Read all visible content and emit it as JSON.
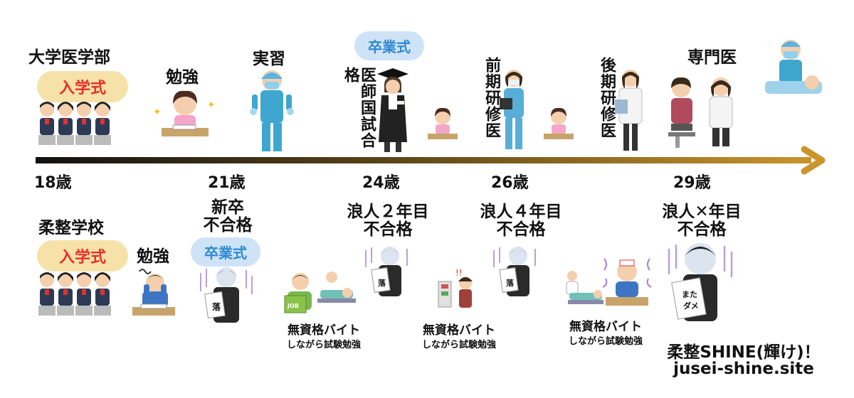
{
  "timeline": {
    "ages": [
      "18歳",
      "21歳",
      "24歳",
      "26歳",
      "29歳"
    ],
    "colors": {
      "line_start": "#111111",
      "line_end": "#c9952c",
      "gold_pill": "#f6e2a9",
      "red_text": "#e8302a",
      "blue_pill": "#cfe3f7",
      "blue_text": "#2e8ad1"
    }
  },
  "medical": {
    "start_label": "大学医学部",
    "entrance_badge": "入学式",
    "study": "勉強",
    "practice": "実習",
    "graduation_badge": "卒業式",
    "exam_pass": "医師国試合格",
    "early_resident": "前期研修医",
    "late_resident": "後期研修医",
    "specialist": "専門医"
  },
  "judo": {
    "start_label": "柔整学校",
    "entrance_badge": "入学式",
    "study": "勉強",
    "fail_new_grad_line1": "新卒",
    "fail_new_grad_line2": "不合格",
    "graduation_badge": "卒業式",
    "fail_year2_line1": "浪人２年目",
    "fail_year2_line2": "不合格",
    "fail_year4_line1": "浪人４年目",
    "fail_year4_line2": "不合格",
    "fail_yearx_line1": "浪人✕年目",
    "fail_yearx_line2": "不合格",
    "job1_title": "無資格バイト",
    "job1_sub": "しながら試験勉強",
    "job2_title": "無資格バイト",
    "job2_sub": "しながら試験勉強",
    "job3_title": "無資格バイト",
    "job3_sub": "しながら試験勉強",
    "fail_stamp": "落",
    "paper_text_1": "また",
    "paper_text_2": "ダメ",
    "book_text": "JOB"
  },
  "brand": {
    "name": "柔整SHINE(輝け)！",
    "url": "jusei-shine.site"
  }
}
